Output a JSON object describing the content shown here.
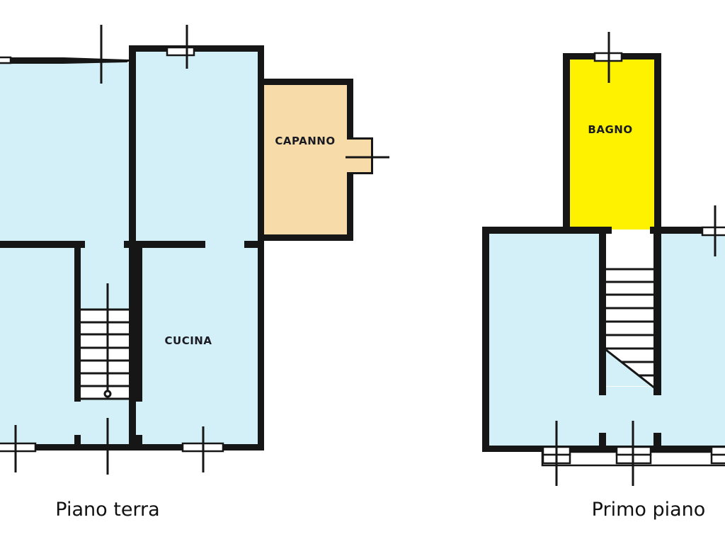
{
  "colors": {
    "room_fill": "#d3eff7",
    "shed_fill": "#f7dcaa",
    "bathroom_fill": "#fff200",
    "wall": "#161616",
    "stair_fill": "#ffffff"
  },
  "ground_floor": {
    "title": "Piano terra",
    "rooms": [
      {
        "label": "CAPANNO"
      },
      {
        "label": "CUCINA"
      }
    ]
  },
  "first_floor": {
    "title": "Primo piano",
    "rooms": [
      {
        "label": "BAGNO"
      }
    ]
  }
}
